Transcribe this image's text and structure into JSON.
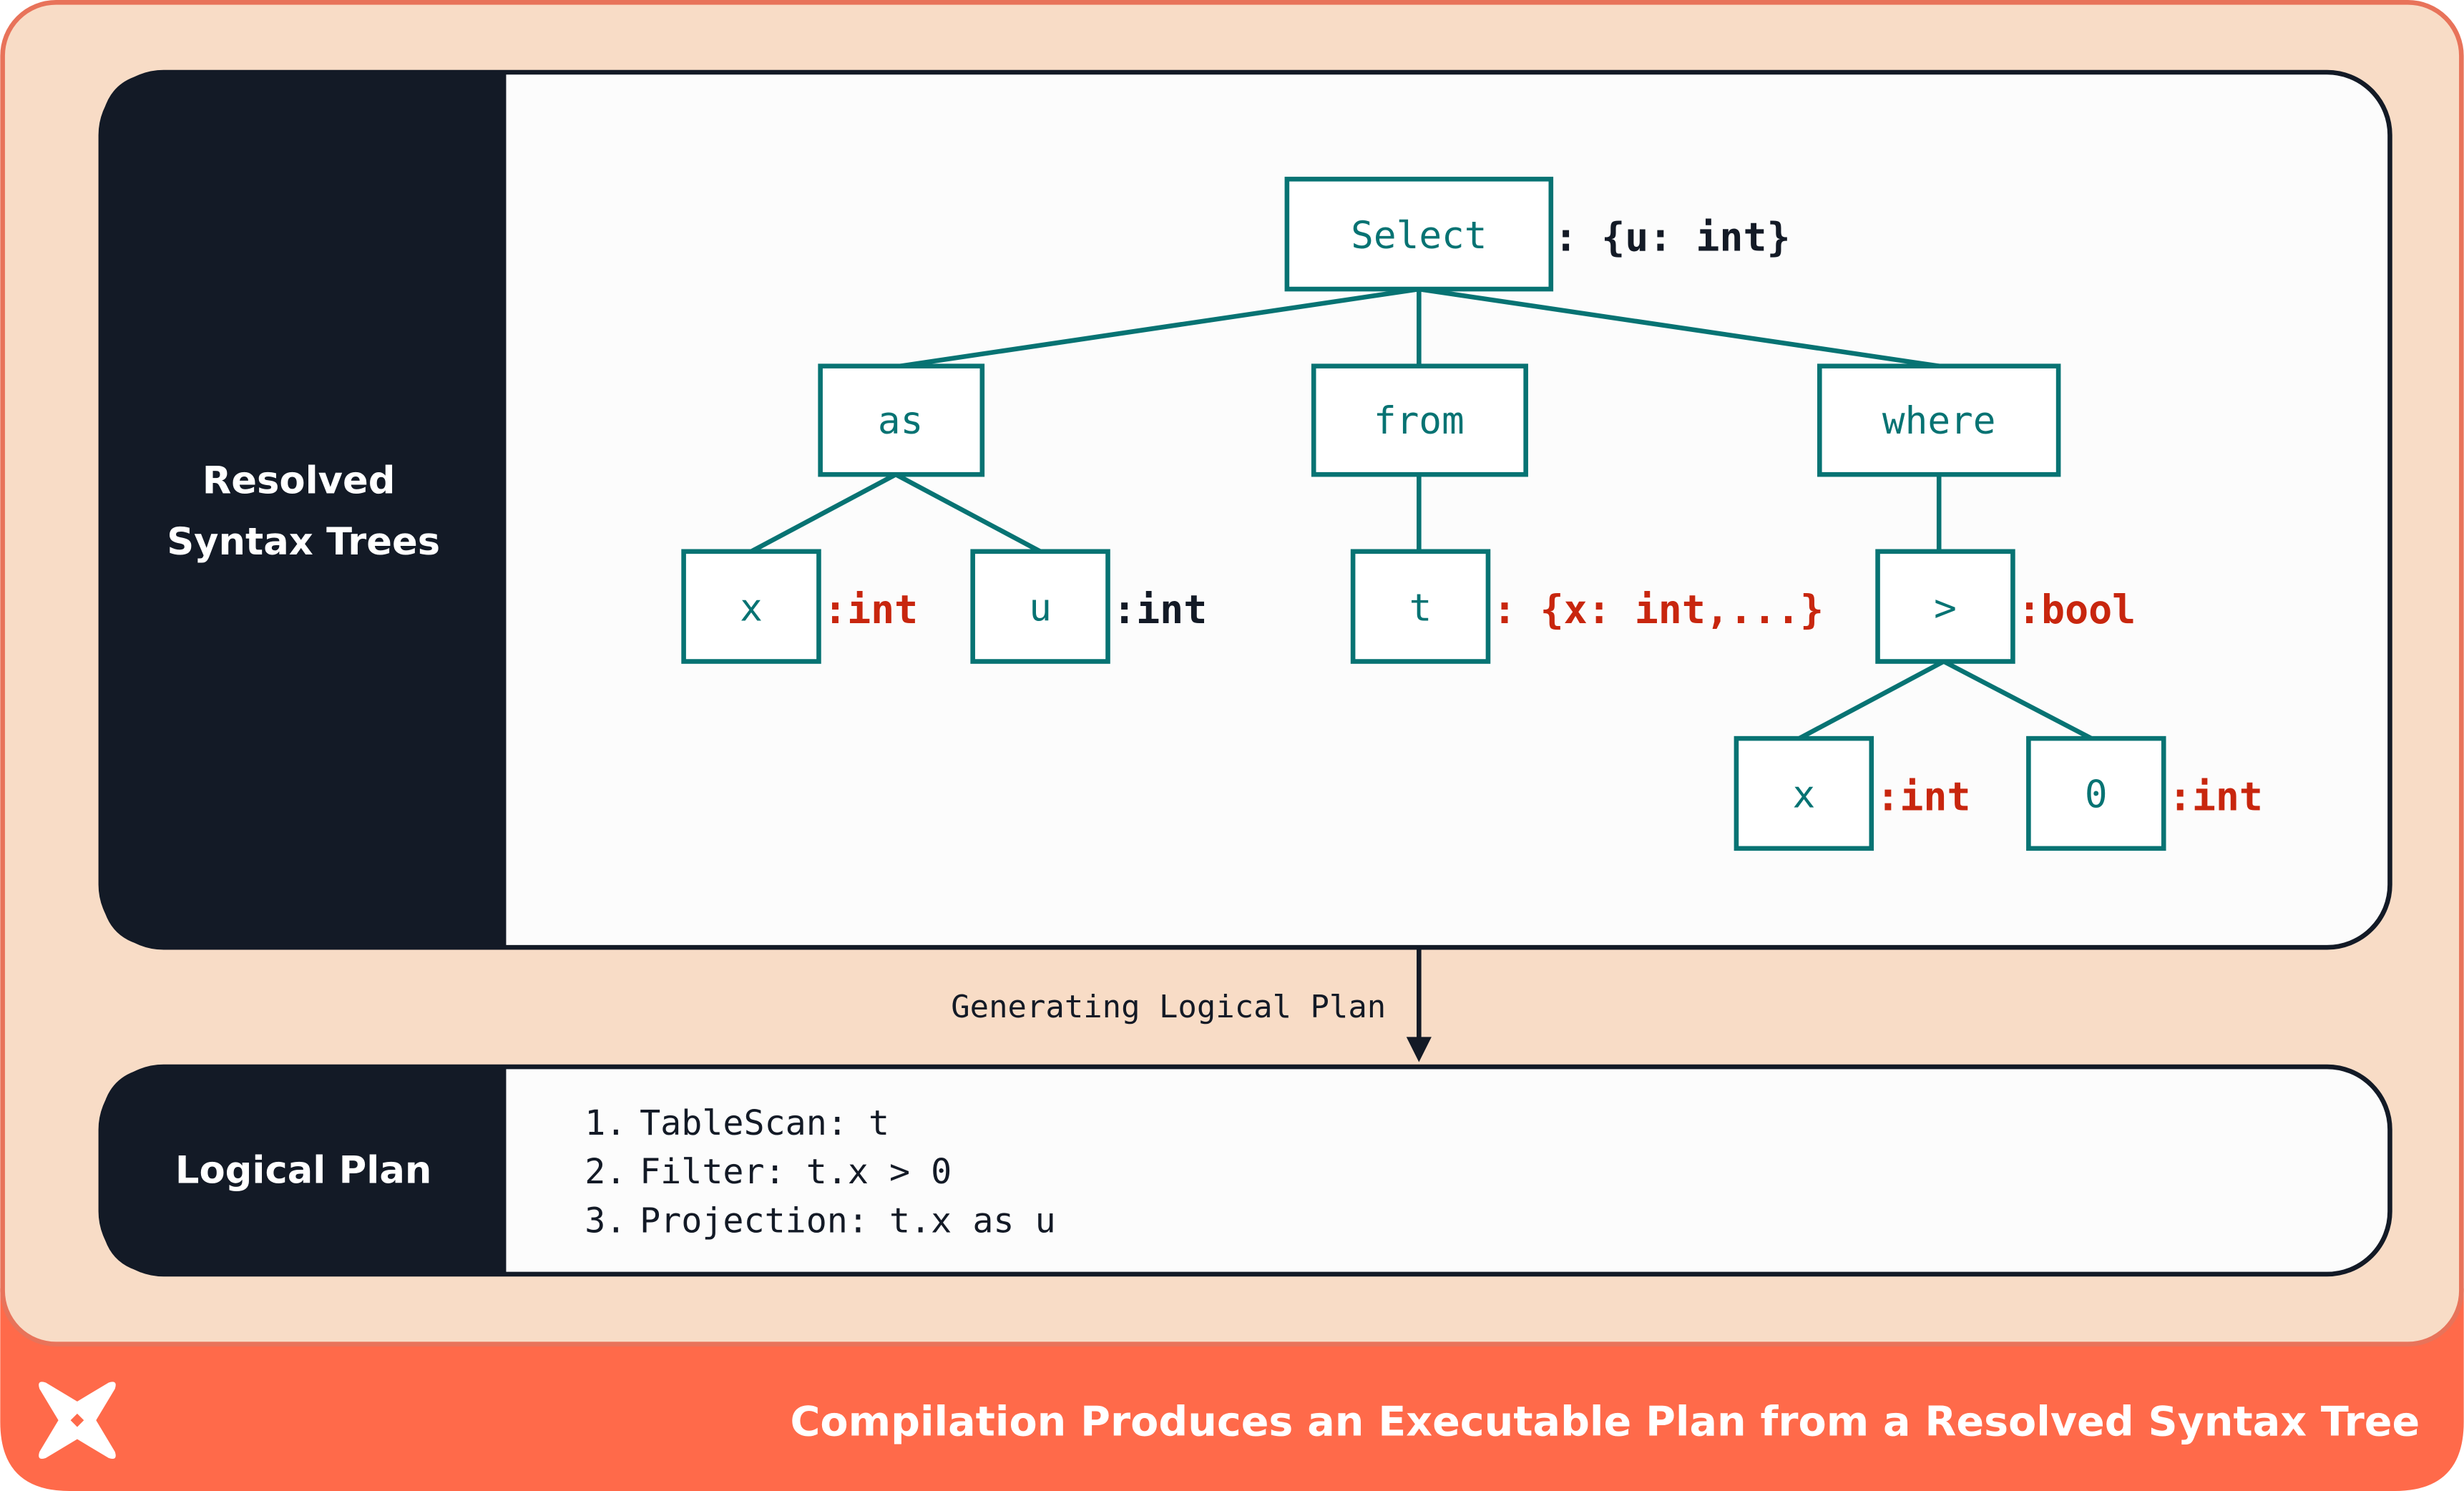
{
  "colors": {
    "background": "#f8dcc6",
    "accent": "#ff6a4a",
    "panel_dark": "#131a26",
    "node": "#077373",
    "type_error": "#c8260e",
    "type_ok": "#131a26"
  },
  "panels": {
    "tree_label_line1": "Resolved",
    "tree_label_line2": "Syntax Trees",
    "plan_label": "Logical Plan"
  },
  "tree": {
    "select": "Select",
    "select_type": ": {u: int}",
    "as": "as",
    "from": "from",
    "where": "where",
    "as_x": "x",
    "as_x_type": ":int",
    "as_u": "u",
    "as_u_type": ":int",
    "from_t": "t",
    "from_t_type": ": {x: int,...}",
    "where_gt": ">",
    "where_gt_type": ":bool",
    "gt_x": "x",
    "gt_x_type": ":int",
    "gt_0": "0",
    "gt_0_type": ":int"
  },
  "arrow_label": "Generating Logical Plan",
  "plan": {
    "steps": [
      {
        "num": "1.",
        "text": "TableScan: t"
      },
      {
        "num": "2.",
        "text": "Filter: t.x > 0"
      },
      {
        "num": "3.",
        "text": "Projection: t.x as u"
      }
    ]
  },
  "footer": {
    "logo": "dbt-logo-icon",
    "caption": "Compilation Produces an Executable Plan from a Resolved Syntax Tree"
  }
}
